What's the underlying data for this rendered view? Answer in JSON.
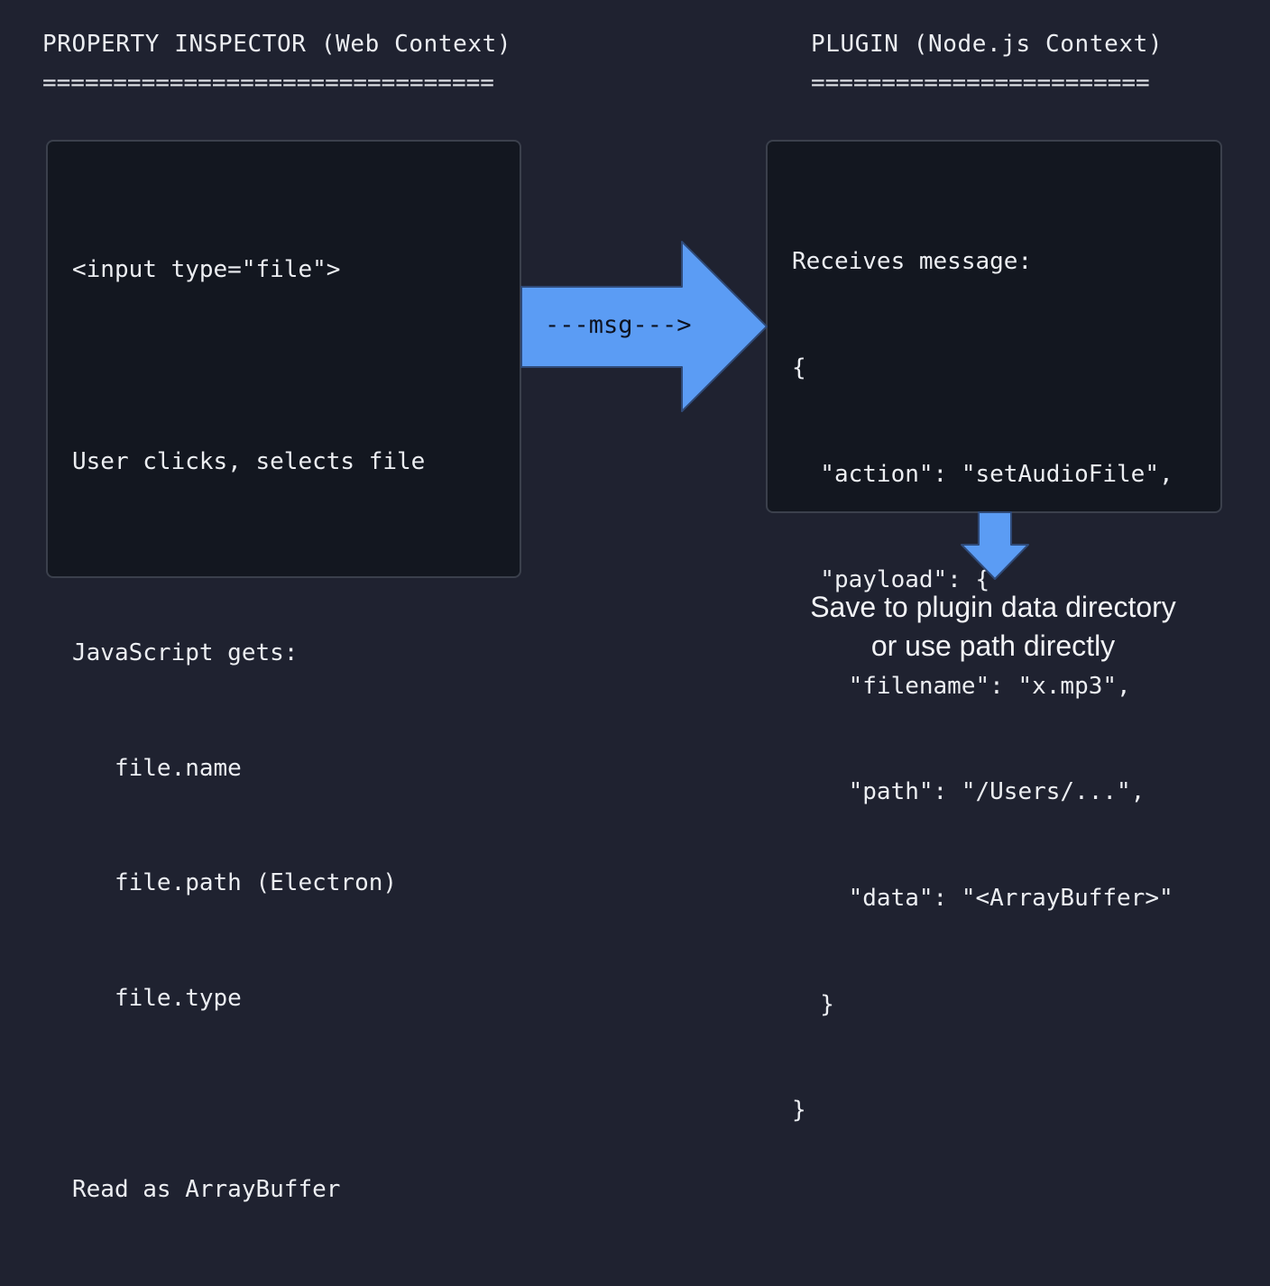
{
  "left": {
    "heading": "PROPERTY INSPECTOR (Web Context)",
    "rule": "================================",
    "lines": [
      "<input type=\"file\">",
      "",
      "User clicks, selects file",
      "",
      "JavaScript gets:",
      "   file.name",
      "   file.path (Electron)",
      "   file.type",
      "",
      "Read as ArrayBuffer"
    ]
  },
  "right": {
    "heading": "PLUGIN (Node.js Context)",
    "rule": "========================",
    "lines": [
      "Receives message:",
      "{",
      "  \"action\": \"setAudioFile\",",
      "  \"payload\": {",
      "    \"filename\": \"x.mp3\",",
      "    \"path\": \"/Users/...\",",
      "    \"data\": \"<ArrayBuffer>\"",
      "  }",
      "}"
    ]
  },
  "arrow": {
    "label": "---msg--->",
    "color": "#5b9cf4"
  },
  "caption": {
    "line1": "Save to plugin data directory",
    "line2": "or use path directly"
  }
}
